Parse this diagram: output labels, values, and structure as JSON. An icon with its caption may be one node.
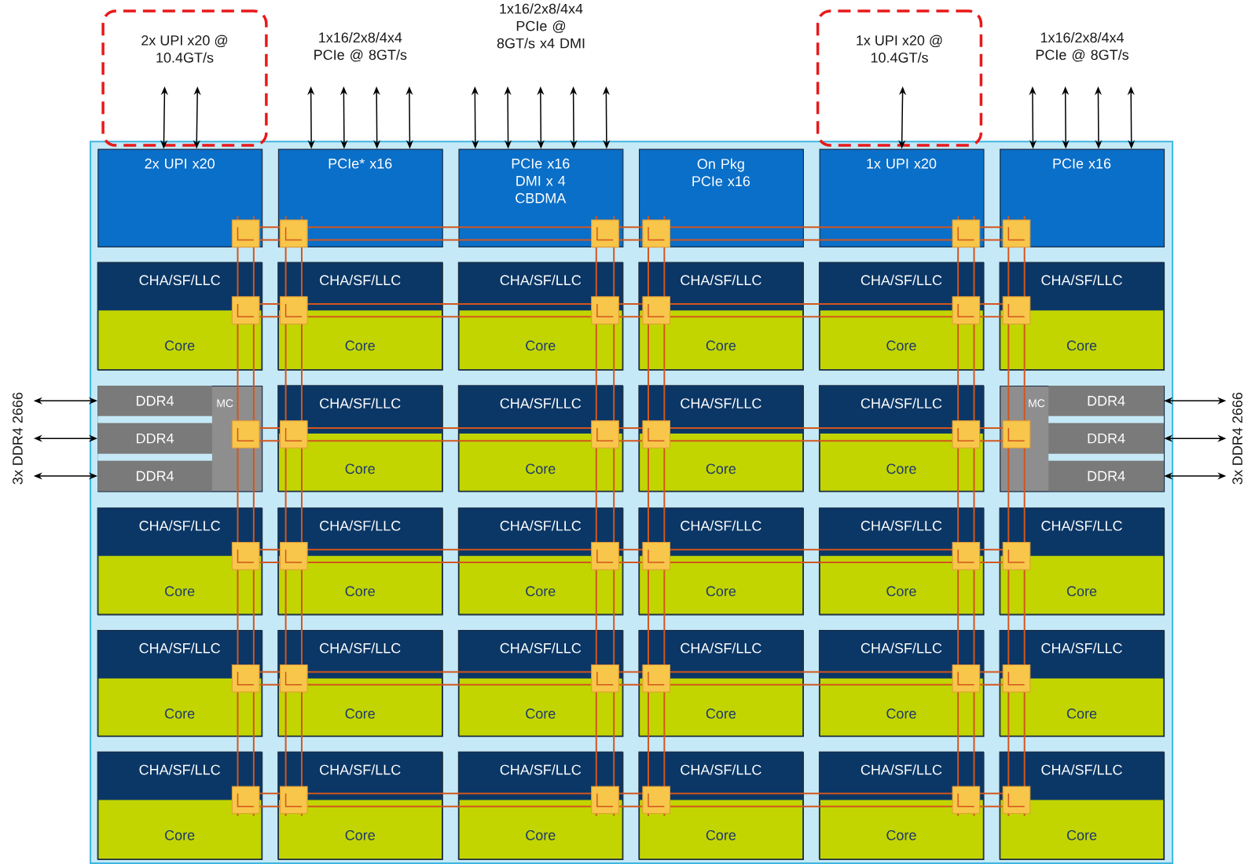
{
  "diagram": {
    "nodes": [
      {
        "text": [],
        "shape": "box"
      },
      {
        "text": [
          "2x UPI x20 @ 10.4GT/s"
        ]
      },
      {
        "text": [
          "1x16/2x8/4x4 PCIe @ 8GT/s"
        ]
      },
      {
        "text": [
          "1x16/2x8/4x4 PCIe @ 8GT/s x4 DMI"
        ]
      },
      {
        "text": [
          "1x UPI x20 @ 10.4GT/s"
        ]
      },
      {
        "text": [
          "1x16/2x8/4x4 PCIe @ 8GT/s"
        ]
      },
      {
        "text": [
          "2x UPI x20"
        ],
        "in": 0
      },
      {
        "text": [
          "PCIe* x16"
        ],
        "in": 0
      },
      {
        "text": [
          "PCIe x16 DMI x 4 CBDMA"
        ],
        "in": 0
      },
      {
        "text": [
          "On Pkg PCIe x16"
        ],
        "in": 0
      },
      {
        "text": [
          "1x UPI x20"
        ],
        "in": 0
      },
      {
        "text": [
          "PCIe x16"
        ],
        "in": 0
      },
      {
        "text": [
          "CHA/SF/LLC",
          "Core"
        ],
        "in": 0
      },
      {
        "text": [
          "CHA/SF/LLC",
          "Core"
        ],
        "in": 0
      },
      {
        "text": [
          "CHA/SF/LLC",
          "Core"
        ],
        "in": 0
      },
      {
        "text": [
          "CHA/SF/LLC",
          "Core"
        ],
        "in": 0
      },
      {
        "text": [
          "CHA/SF/LLC",
          "Core"
        ],
        "in": 0
      },
      {
        "text": [
          "CHA/SF/LLC",
          "Core"
        ],
        "in": 0
      },
      {
        "text": [
          "MC"
        ],
        "in": 0
      },
      {
        "text": [
          "DDR4"
        ],
        "in": 18
      },
      {
        "text": [
          "DDR4"
        ],
        "in": 18
      },
      {
        "text": [
          "DDR4"
        ],
        "in": 18
      },
      {
        "text": [
          "CHA/SF/LLC",
          "Core"
        ],
        "in": 0
      },
      {
        "text": [
          "CHA/SF/LLC",
          "Core"
        ],
        "in": 0
      },
      {
        "text": [
          "CHA/SF/LLC",
          "Core"
        ],
        "in": 0
      },
      {
        "text": [
          "CHA/SF/LLC",
          "Core"
        ],
        "in": 0
      },
      {
        "text": [
          "MC"
        ],
        "in": 0
      },
      {
        "text": [
          "DDR4"
        ],
        "in": 26
      },
      {
        "text": [
          "DDR4"
        ],
        "in": 26
      },
      {
        "text": [
          "DDR4"
        ],
        "in": 26
      },
      {
        "text": [
          "CHA/SF/LLC",
          "Core"
        ],
        "in": 0
      },
      {
        "text": [
          "CHA/SF/LLC",
          "Core"
        ],
        "in": 0
      },
      {
        "text": [
          "CHA/SF/LLC",
          "Core"
        ],
        "in": 0
      },
      {
        "text": [
          "CHA/SF/LLC",
          "Core"
        ],
        "in": 0
      },
      {
        "text": [
          "CHA/SF/LLC",
          "Core"
        ],
        "in": 0
      },
      {
        "text": [
          "CHA/SF/LLC",
          "Core"
        ],
        "in": 0
      },
      {
        "text": [
          "CHA/SF/LLC",
          "Core"
        ],
        "in": 0
      },
      {
        "text": [
          "CHA/SF/LLC",
          "Core"
        ],
        "in": 0
      },
      {
        "text": [
          "CHA/SF/LLC",
          "Core"
        ],
        "in": 0
      },
      {
        "text": [
          "CHA/SF/LLC",
          "Core"
        ],
        "in": 0
      },
      {
        "text": [
          "CHA/SF/LLC",
          "Core"
        ],
        "in": 0
      },
      {
        "text": [
          "CHA/SF/LLC",
          "Core"
        ],
        "in": 0
      },
      {
        "text": [
          "CHA/SF/LLC",
          "Core"
        ],
        "in": 0
      },
      {
        "text": [
          "CHA/SF/LLC",
          "Core"
        ],
        "in": 0
      },
      {
        "text": [
          "CHA/SF/LLC",
          "Core"
        ],
        "in": 0
      },
      {
        "text": [
          "CHA/SF/LLC",
          "Core"
        ],
        "in": 0
      },
      {
        "text": [
          "CHA/SF/LLC",
          "Core"
        ],
        "in": 0
      },
      {
        "text": [
          "CHA/SF/LLC",
          "Core"
        ],
        "in": 0
      },
      {
        "text": [
          "3x DDR4 2666"
        ]
      },
      {
        "text": [
          "3x DDR4 2666"
        ]
      }
    ],
    "edges": [
      {
        "from": 1,
        "to": 6,
        "arrow": "both"
      },
      {
        "from": 1,
        "to": 6,
        "arrow": "both"
      },
      {
        "from": 2,
        "to": 7,
        "arrow": "both"
      },
      {
        "from": 2,
        "to": 7,
        "arrow": "both"
      },
      {
        "from": 2,
        "to": 7,
        "arrow": "both"
      },
      {
        "from": 2,
        "to": 7,
        "arrow": "both"
      },
      {
        "from": 3,
        "to": 8,
        "arrow": "both"
      },
      {
        "from": 3,
        "to": 8,
        "arrow": "both"
      },
      {
        "from": 3,
        "to": 8,
        "arrow": "both"
      },
      {
        "from": 3,
        "to": 8,
        "arrow": "both"
      },
      {
        "from": 3,
        "to": 8,
        "arrow": "both"
      },
      {
        "from": 4,
        "to": 10,
        "arrow": "both"
      },
      {
        "from": 5,
        "to": 11,
        "arrow": "both"
      },
      {
        "from": 5,
        "to": 11,
        "arrow": "both"
      },
      {
        "from": 5,
        "to": 11,
        "arrow": "both"
      },
      {
        "from": 5,
        "to": 11,
        "arrow": "both"
      },
      {
        "from": 48,
        "to": 19,
        "arrow": "both"
      },
      {
        "from": 48,
        "to": 20,
        "arrow": "both"
      },
      {
        "from": 48,
        "to": 21,
        "arrow": "both"
      },
      {
        "from": 49,
        "to": 27,
        "arrow": "both"
      },
      {
        "from": 49,
        "to": 28,
        "arrow": "both"
      },
      {
        "from": 49,
        "to": 29,
        "arrow": "both"
      }
    ]
  }
}
